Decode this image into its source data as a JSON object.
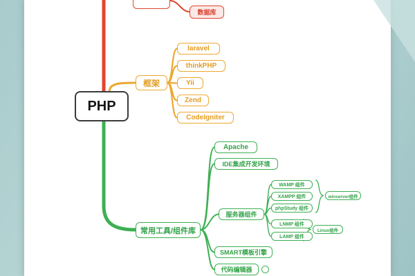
{
  "colors": {
    "red": "#e0452f",
    "yellow": "#eda72f",
    "green": "#3db052",
    "dark": "#3a3a3a",
    "paper": "#ffffff",
    "desk": "#aecfd0"
  },
  "root": {
    "label": "PHP"
  },
  "database_branch": {
    "child": "数据库"
  },
  "framework_branch": {
    "label": "框架",
    "children": [
      "laravel",
      "thinkPHP",
      "Yii",
      "Zend",
      "CodeIgniter"
    ]
  },
  "tools_branch": {
    "label": "常用工具/组件库",
    "children": [
      "Apache",
      "IDE集成开发环境",
      "服务器组件",
      "SMART模板引擎",
      "代码编辑器"
    ],
    "server_components": [
      "WAMP 组件",
      "XAMPP 组件",
      "phpStudy 组件",
      "LNMP 组件",
      "LAMP 组件"
    ],
    "platform_groups": [
      "winserver组件",
      "Linux组件"
    ]
  }
}
